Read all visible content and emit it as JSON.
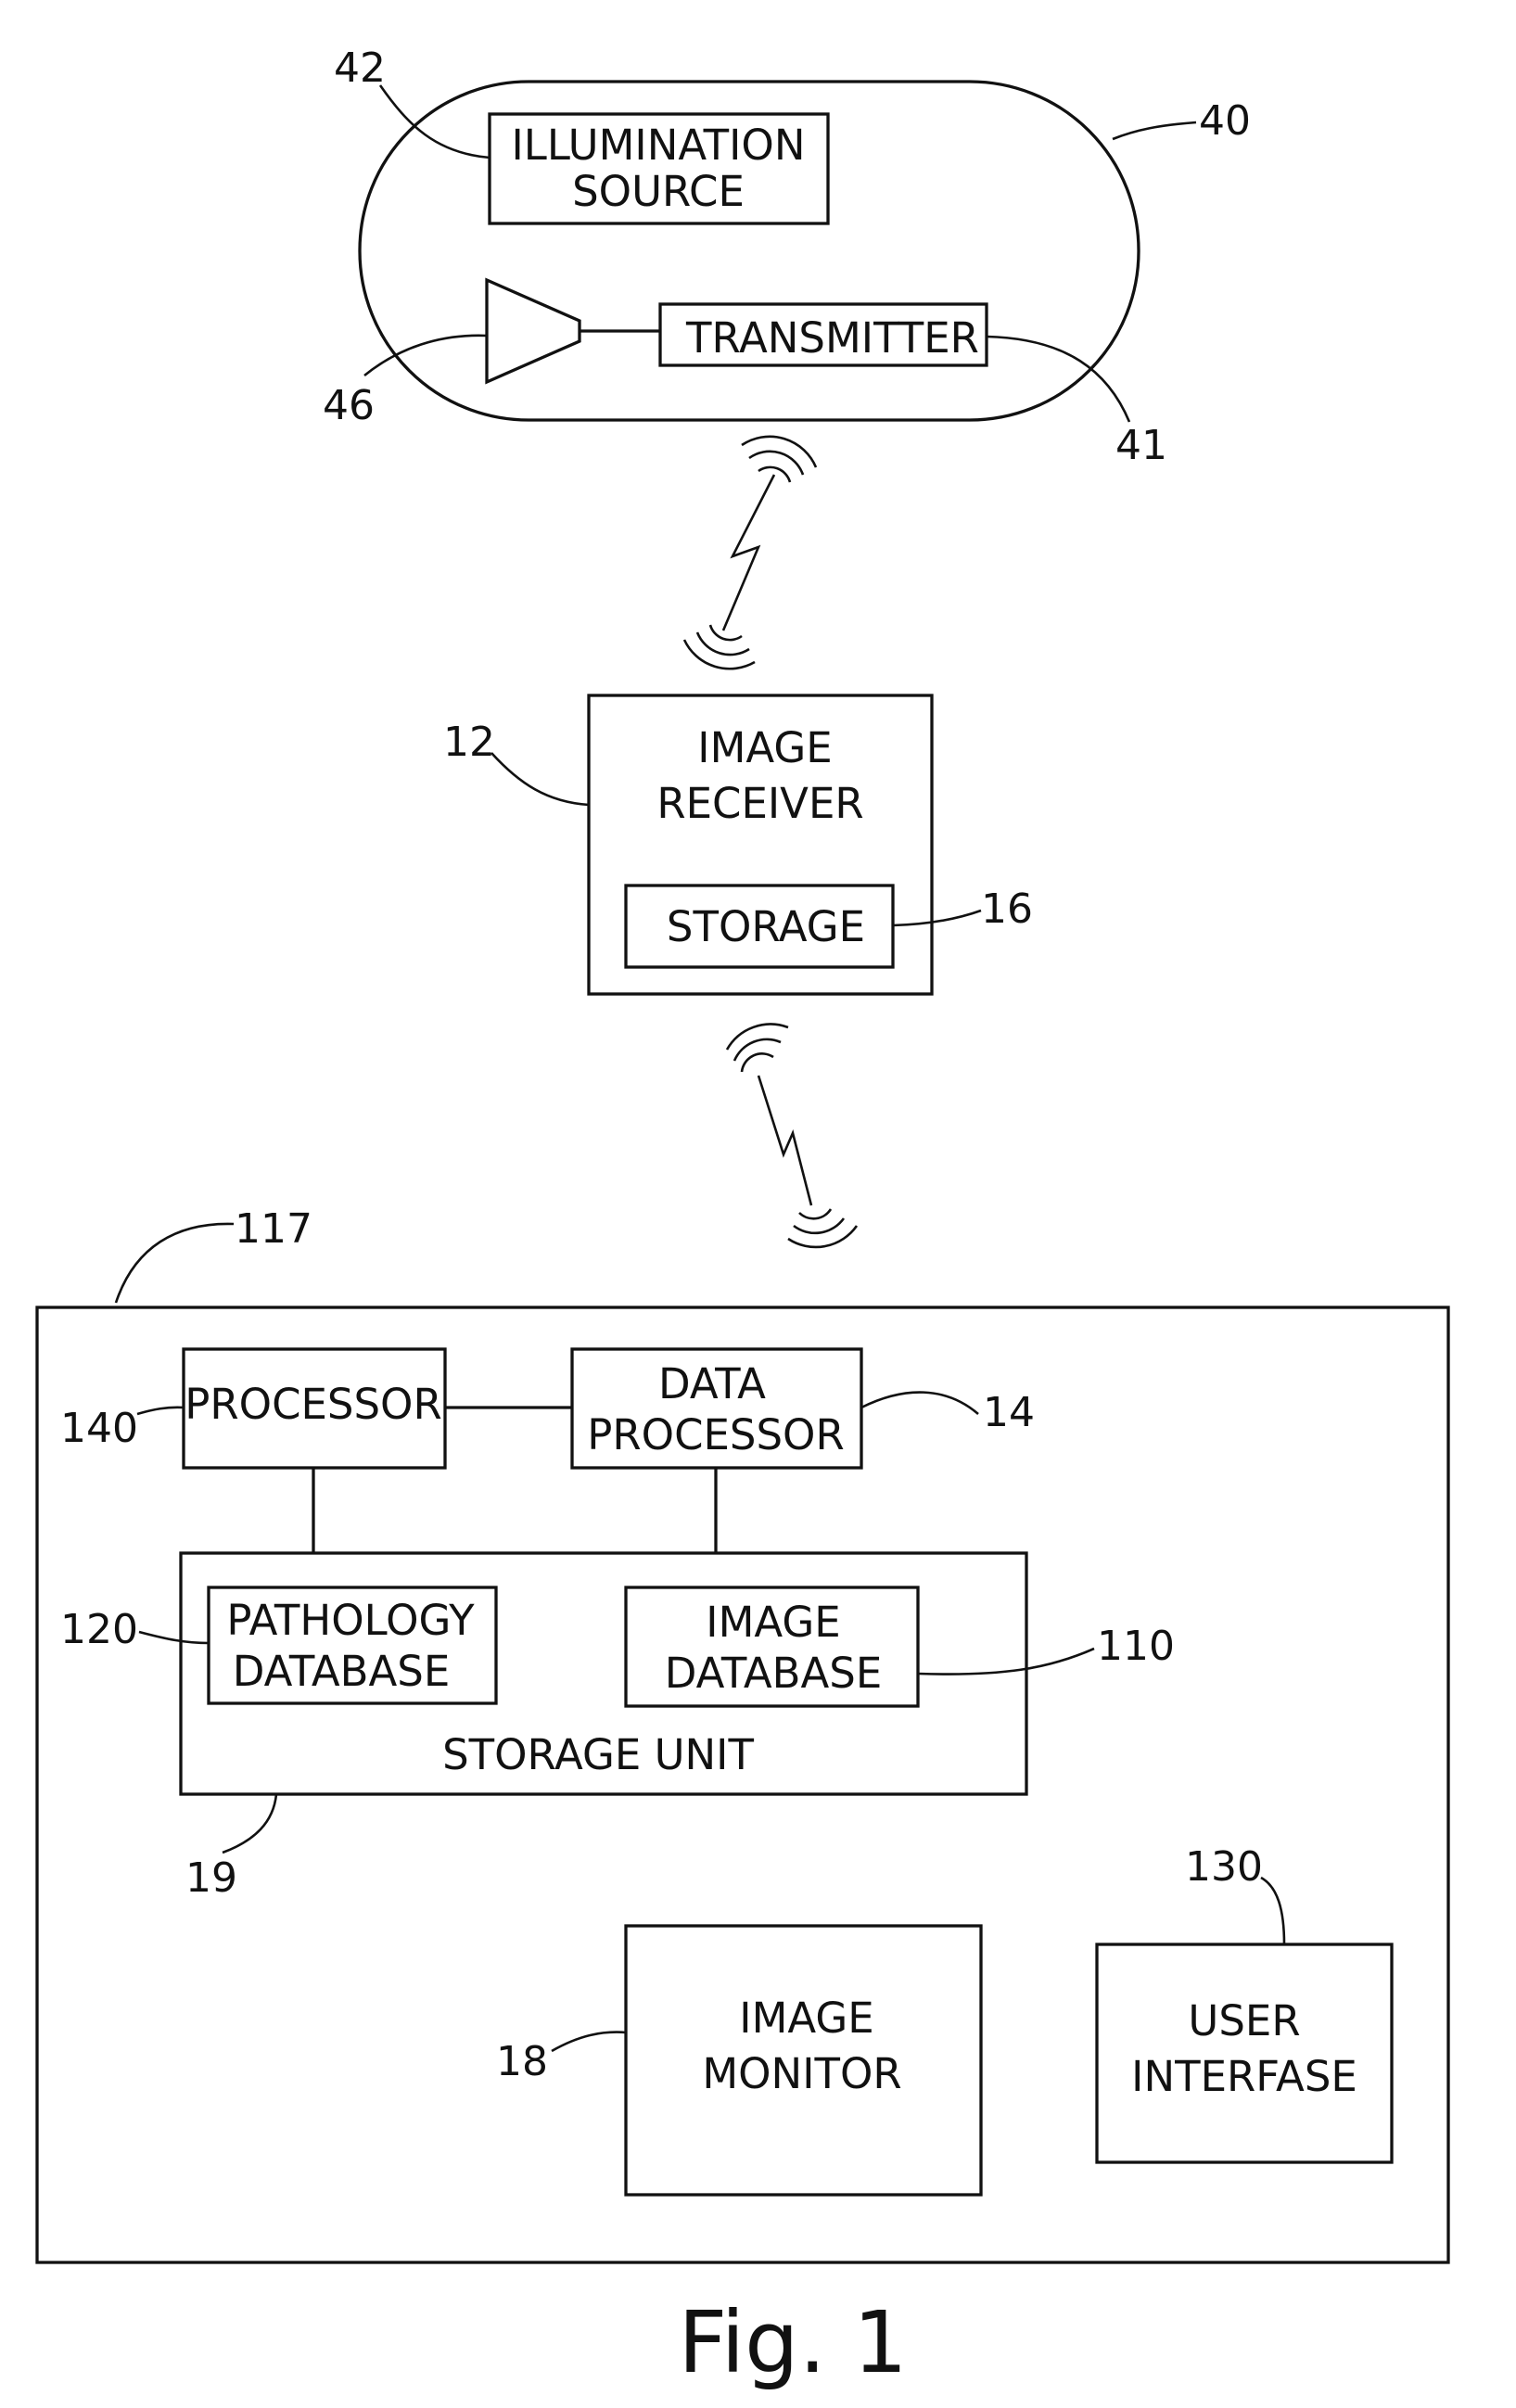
{
  "capsule": {
    "ref": "40",
    "illumination": {
      "ref": "42",
      "line1": "ILLUMINATION",
      "line2": "SOURCE"
    },
    "transmitter": {
      "ref": "41",
      "label": "TRANSMITTER"
    },
    "antenna": {
      "ref": "46"
    }
  },
  "receiver": {
    "ref": "12",
    "line1": "IMAGE",
    "line2": "RECEIVER",
    "storage": {
      "ref": "16",
      "label": "STORAGE"
    }
  },
  "workstation": {
    "ref": "117",
    "processor": {
      "ref": "140",
      "label": "PROCESSOR"
    },
    "data_processor": {
      "ref": "14",
      "line1": "DATA",
      "line2": "PROCESSOR"
    },
    "storage_unit": {
      "ref": "19",
      "label": "STORAGE UNIT",
      "pathology_db": {
        "ref": "120",
        "line1": "PATHOLOGY",
        "line2": "DATABASE"
      },
      "image_db": {
        "ref": "110",
        "line1": "IMAGE",
        "line2": "DATABASE"
      }
    },
    "image_monitor": {
      "ref": "18",
      "line1": "IMAGE",
      "line2": "MONITOR"
    },
    "user_interface": {
      "ref": "130",
      "line1": "USER",
      "line2": "INTERFASE"
    }
  },
  "caption": "Fig. 1"
}
